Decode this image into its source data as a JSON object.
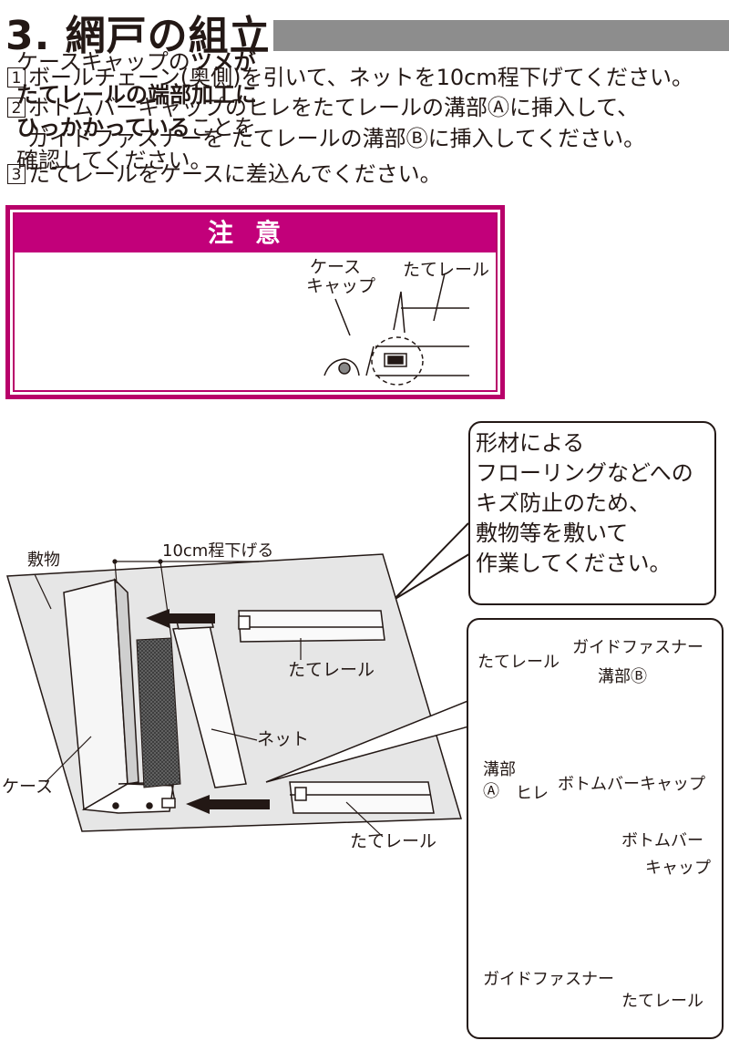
{
  "title": "3. 網戸の組立",
  "steps": [
    {
      "num": "1",
      "text": "ボールチェーン(奥側)を引いて、ネットを10cm程下げてください。"
    },
    {
      "num": "2",
      "text": "ボトムバーキャップのヒレをたてレールの溝部Ⓐに挿入して、"
    },
    {
      "num": "",
      "text": "ガイドファスナーを たてレールの溝部Ⓑに挿入してください。"
    },
    {
      "num": "3",
      "text": "たてレールをケースに差込んでください。"
    }
  ],
  "caution": {
    "heading": "注意",
    "line1_a": "ケースキャップの",
    "line1_b": "ツメが",
    "line2": "たてレールの端部加工に",
    "line3_a": "ひっかかっている",
    "line3_b": "ことを",
    "line4": "確認してください。",
    "label_case_cap_1": "ケース",
    "label_case_cap_2": "キャップ",
    "label_rail": "たてレール"
  },
  "bubble": {
    "lines": [
      "形材による",
      "フローリングなどへの",
      "キズ防止のため、",
      "敷物等を敷いて",
      "作業してください。"
    ]
  },
  "main_figure": {
    "label_mat": "敷物",
    "label_lower": "10cm程下げる",
    "label_rail_top": "たてレール",
    "label_net": "ネット",
    "label_case": "ケース",
    "label_rail_bottom": "たてレール"
  },
  "detail": {
    "label_rail": "たてレール",
    "label_guide": "ガイドファスナー",
    "label_groove_b": "溝部Ⓑ",
    "label_groove_a_1": "溝部",
    "label_groove_a_2": "Ⓐ",
    "label_fin": "ヒレ",
    "label_cap": "ボトムバーキャップ",
    "label_bottom_bar_1": "ボトムバー",
    "label_bottom_bar_2": "キャップ",
    "label_guide_2": "ガイドファスナー",
    "label_rail_2": "たてレール"
  },
  "colors": {
    "caution": "#c2007a",
    "title_bar": "#8d8d8d",
    "mat": "#e6e6e6",
    "ink": "#231815"
  }
}
